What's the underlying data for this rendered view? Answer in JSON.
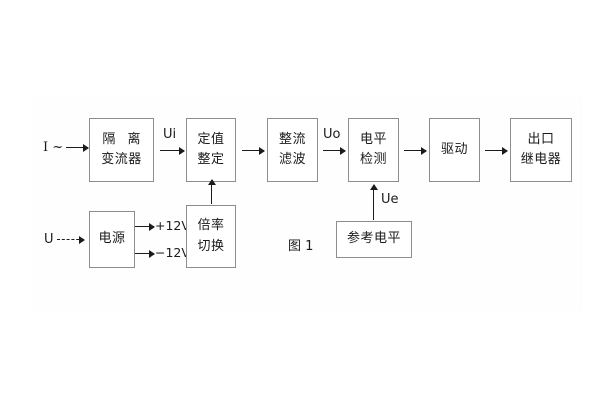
{
  "figure": {
    "caption": "图 1",
    "stroke_color": "#8d8d8d",
    "text_color": "#1b1b1b",
    "background": "#ffffff"
  },
  "inputs": {
    "current": "I ~",
    "voltage": "U"
  },
  "signals": {
    "ui": "Ui",
    "uo": "Uo",
    "ue": "Ue",
    "supply_pos": "+12V",
    "supply_neg": "−12V"
  },
  "blocks": {
    "isolation_ct": {
      "line1": "隔 离",
      "line2": "变流器"
    },
    "setting": {
      "line1": "定值",
      "line2": "整定"
    },
    "rectify_filter": {
      "line1": "整流",
      "line2": "滤波"
    },
    "level_detect": {
      "line1": "电平",
      "line2": "检测"
    },
    "drive": {
      "line1": "驱动"
    },
    "output_relay": {
      "line1": "出口",
      "line2": "继电器"
    },
    "power_supply": {
      "line1": "电源"
    },
    "range_switch": {
      "line1": "倍率",
      "line2": "切换"
    },
    "reference_level": {
      "line1": "参考电平"
    }
  }
}
